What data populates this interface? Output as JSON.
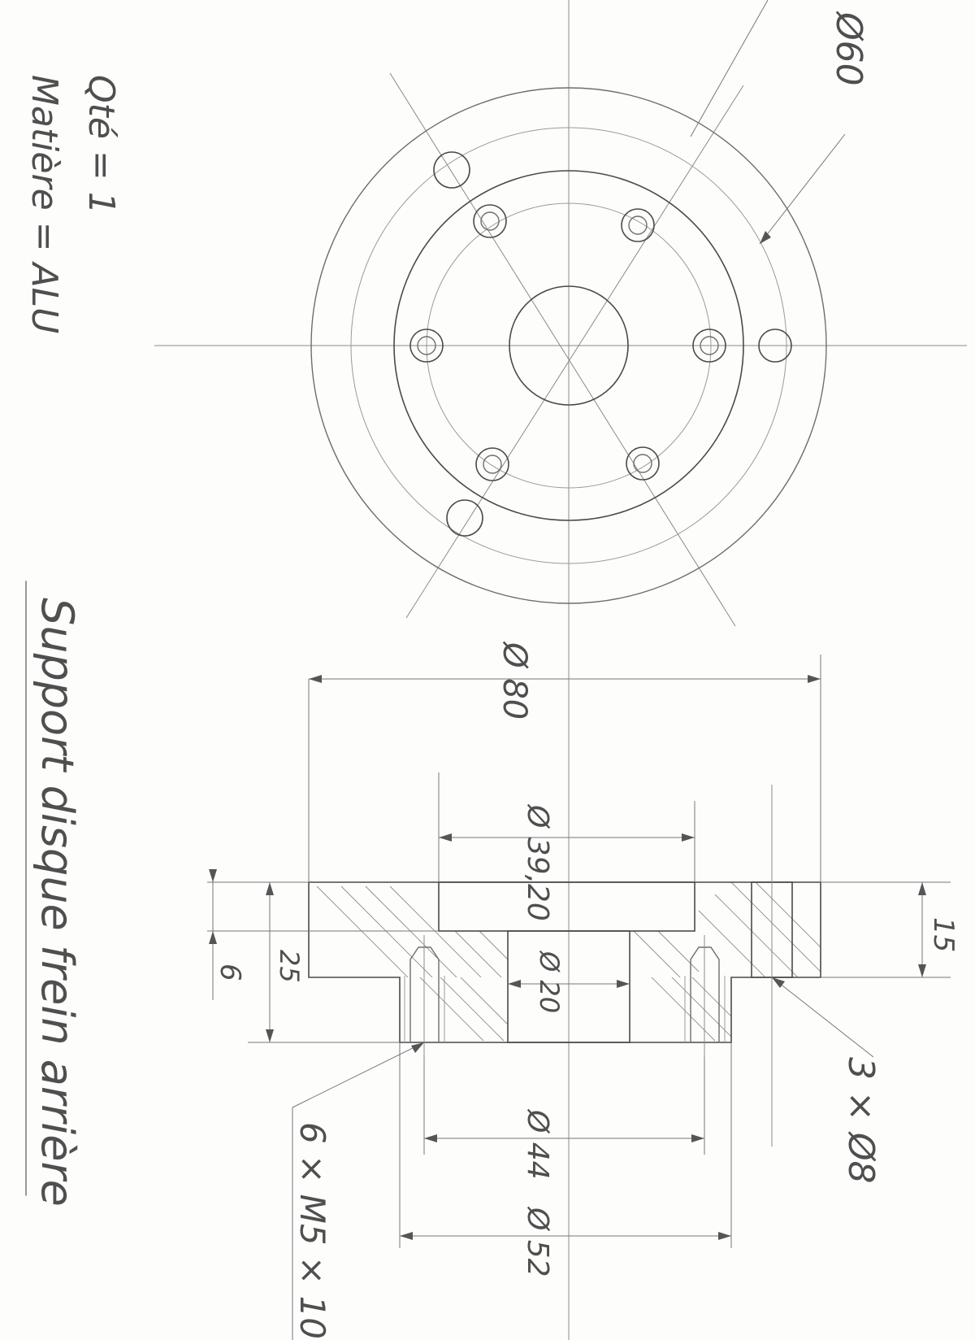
{
  "title_block": {
    "quantity": "Qté = 1",
    "material": "Matière = ALU",
    "part_name": "Support disque frein arrière"
  },
  "dimensions": {
    "d60": "Ø60",
    "d80": "Ø 80",
    "d39_20": "Ø 39,20",
    "d20": "Ø 20",
    "d44": "Ø 44",
    "d52": "Ø 52",
    "h15": "15",
    "h6": "6",
    "h25": "25",
    "holes_d8": "3 × Ø8",
    "tapped_m5": "6 × M5 × 10"
  }
}
